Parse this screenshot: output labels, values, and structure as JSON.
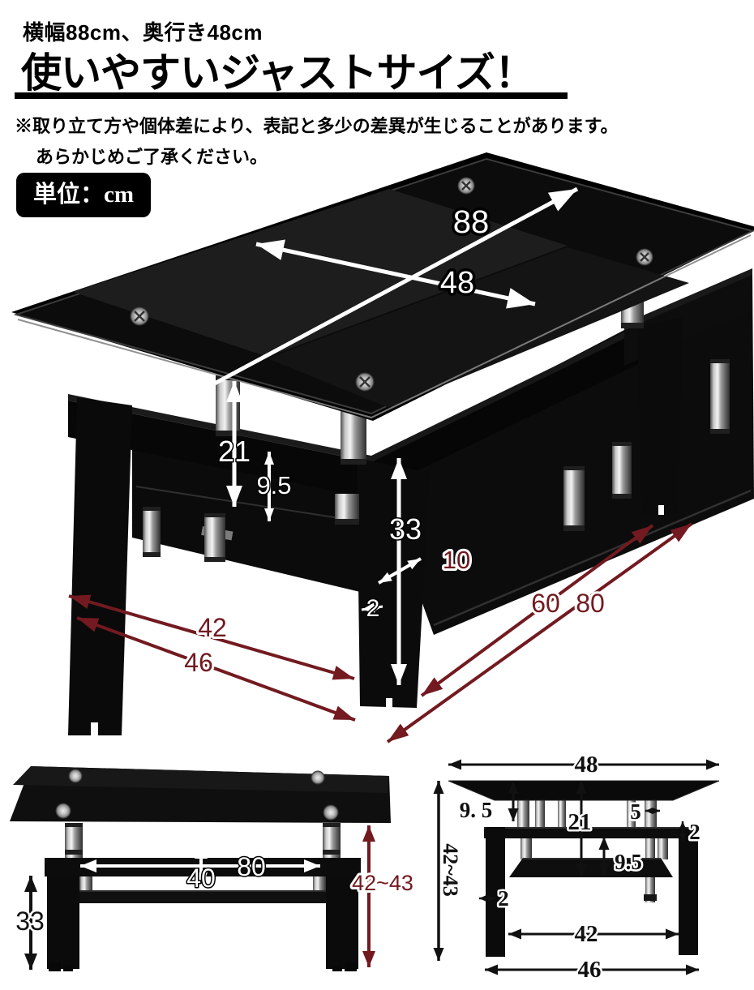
{
  "header": {
    "subtitle": "横幅88cm、奥行き48cm",
    "title": "使いやすいジャストサイズ！",
    "note_line1": "※取り立て方や個体差により、表記と多少の差異が生じることがあります。",
    "note_line2": "あらかじめご了承ください。",
    "unit_badge": "単位：cm"
  },
  "colors": {
    "dimension_maroon": "#721a20",
    "dimension_white": "#ffffff",
    "dimension_black": "#111111",
    "table_black": "#0b0b0b",
    "background": "#ffffff"
  },
  "main_view": {
    "labels": {
      "top_width": "88",
      "top_depth": "48",
      "glass_to_shelf": "21",
      "shelf_gap": "9.5",
      "leg_height": "33",
      "leg_depth": "10",
      "leg_thickness": "2",
      "legs_inner_width": "42",
      "legs_outer_width": "46",
      "legs_inner_length": "60",
      "legs_outer_length": "80"
    }
  },
  "front_view": {
    "labels": {
      "leg_height": "33",
      "legs_inner_width": "80",
      "under_glass_clearance": "40",
      "total_height": "42~43"
    }
  },
  "side_view": {
    "labels": {
      "top_depth": "48",
      "glass_overhang_height": "9. 5",
      "glass_to_shelf": "21",
      "pillar_width": "5",
      "frame_thickness": "2",
      "shelf_gap": "9.5",
      "leg_thickness": "2",
      "total_height": "42~43",
      "legs_inner_depth": "42",
      "legs_outer_depth": "46"
    }
  }
}
